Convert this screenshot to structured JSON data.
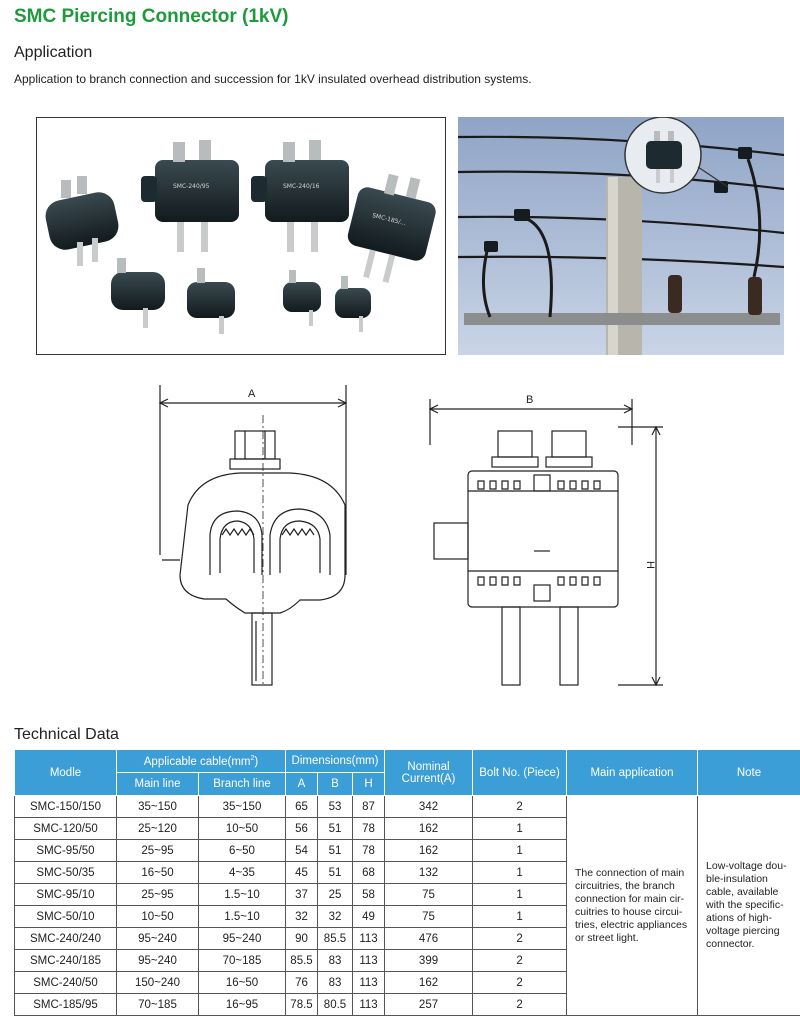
{
  "header": {
    "title": "SMC Piercing Connector (1kV)"
  },
  "application": {
    "heading": "Application",
    "text": "Application to branch connection and succession for 1kV insulated overhead distribution systems."
  },
  "products_photo": {
    "labels": [
      "SMC-240/95",
      "SMC-240/16",
      "SMC-185/..."
    ]
  },
  "drawing": {
    "dim_a": "A",
    "dim_b": "B",
    "dim_h": "H"
  },
  "technical": {
    "heading": "Technical Data",
    "headers": {
      "model": "Modle",
      "applicable_cable": "Applicable cable(mm",
      "applicable_cable_sup": "2",
      "applicable_cable_end": ")",
      "main_line": "Main line",
      "branch_line": "Branch line",
      "dimensions": "Dimensions(mm)",
      "dim_a": "A",
      "dim_b": "B",
      "dim_h": "H",
      "nominal_current": "Nominal Current(A)",
      "bolt_no": "Bolt No. (Piece)",
      "main_application": "Main application",
      "note": "Note"
    },
    "rows": [
      {
        "model": "SMC-150/150",
        "main": "35~150",
        "branch": "35~150",
        "a": "65",
        "b": "53",
        "h": "87",
        "current": "342",
        "bolt": "2"
      },
      {
        "model": "SMC-120/50",
        "main": "25~120",
        "branch": "10~50",
        "a": "56",
        "b": "51",
        "h": "78",
        "current": "162",
        "bolt": "1"
      },
      {
        "model": "SMC-95/50",
        "main": "25~95",
        "branch": "6~50",
        "a": "54",
        "b": "51",
        "h": "78",
        "current": "162",
        "bolt": "1"
      },
      {
        "model": "SMC-50/35",
        "main": "16~50",
        "branch": "4~35",
        "a": "45",
        "b": "51",
        "h": "68",
        "current": "132",
        "bolt": "1"
      },
      {
        "model": "SMC-95/10",
        "main": "25~95",
        "branch": "1.5~10",
        "a": "37",
        "b": "25",
        "h": "58",
        "current": "75",
        "bolt": "1"
      },
      {
        "model": "SMC-50/10",
        "main": "10~50",
        "branch": "1.5~10",
        "a": "32",
        "b": "32",
        "h": "49",
        "current": "75",
        "bolt": "1"
      },
      {
        "model": "SMC-240/240",
        "main": "95~240",
        "branch": "95~240",
        "a": "90",
        "b": "85.5",
        "h": "113",
        "current": "476",
        "bolt": "2"
      },
      {
        "model": "SMC-240/185",
        "main": "95~240",
        "branch": "70~185",
        "a": "85.5",
        "b": "83",
        "h": "113",
        "current": "399",
        "bolt": "2"
      },
      {
        "model": "SMC-240/50",
        "main": "150~240",
        "branch": "16~50",
        "a": "76",
        "b": "83",
        "h": "113",
        "current": "162",
        "bolt": "2"
      },
      {
        "model": "SMC-185/95",
        "main": "70~185",
        "branch": "16~95",
        "a": "78.5",
        "b": "80.5",
        "h": "113",
        "current": "257",
        "bolt": "2"
      }
    ],
    "main_application_lines": [
      "The connection of main",
      "circuitries,  the branch",
      "connection for main cir-",
      "cuitries to house circui-",
      "tries, electric appliances",
      "or street light."
    ],
    "note_lines": [
      "Low-voltage dou-",
      "ble-insulation",
      "cable, available",
      "with the specific-",
      "ations of high-",
      "voltage piercing",
      "connector."
    ]
  },
  "colors": {
    "title": "#1e9a3c",
    "table_header": "#3c9ed6",
    "connector": "#1d2b30"
  }
}
